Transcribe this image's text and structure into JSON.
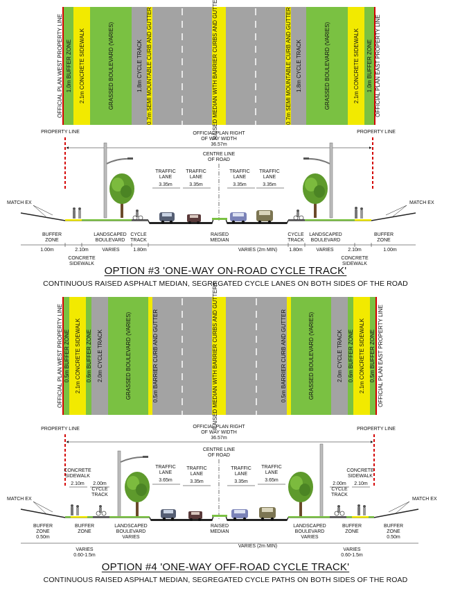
{
  "colors": {
    "green": "#7ac142",
    "yellow": "#f2ea00",
    "gray": "#a3a3a3",
    "red": "#d40000"
  },
  "option3": {
    "strip_labels": {
      "west_pl": "OFFICIAL PLAN WEST PROPERTY LINE",
      "buffer_w": "1.0m BUFFER ZONE",
      "sidewalk_w": "2.1m CONCRETE SIDEWALK",
      "boulevard_w": "GRASSED BOULEVARD (VARIES)",
      "cycle_w": "1.8m CYCLE TRACK",
      "curb_w": "0.7m SEMI MOUNTABLE CURB AND GUTTER",
      "median": "RAISED MEDIAN WITH BARRIER CURBS AND GUTTERS",
      "curb_e": "0.7m SEMI MOUNTABLE CURB AND GUTTER",
      "cycle_e": "1.8m CYCLE TRACK",
      "boulevard_e": "GRASSED BOULEVARD (VARIES)",
      "sidewalk_e": "2.1m CONCRETE SIDEWALK",
      "buffer_e": "1.0m BUFFER ZONE",
      "east_pl": "OFFICIAL PLAN EAST PROPERTY LINE"
    },
    "section": {
      "property_line_w": "PROPERTY LINE",
      "property_line_e": "PROPERTY LINE",
      "row_title_1": "OFFICIAL PLAN RIGHT",
      "row_title_2": "OF WAY WIDTH",
      "row_value": "36.57m",
      "centre_line_1": "CENTRE LINE",
      "centre_line_2": "OF ROAD",
      "lanes": [
        {
          "l1": "TRAFFIC",
          "l2": "LANE",
          "w": "3.35m"
        },
        {
          "l1": "TRAFFIC",
          "l2": "LANE",
          "w": "3.35m"
        },
        {
          "l1": "TRAFFIC",
          "l2": "LANE",
          "w": "3.35m"
        },
        {
          "l1": "TRAFFIC",
          "l2": "LANE",
          "w": "3.35m"
        }
      ],
      "match_w": "MATCH EX",
      "match_e": "MATCH EX",
      "buffer_w_1": "BUFFER",
      "buffer_w_2": "ZONE",
      "landscaped_w_1": "LANDSCAPED",
      "landscaped_w_2": "BOULEVARD",
      "cycle_w_1": "CYCLE",
      "cycle_w_2": "TRACK",
      "raised_1": "RAISED",
      "raised_2": "MEDIAN",
      "cycle_e_1": "CYCLE",
      "cycle_e_2": "TRACK",
      "landscaped_e_1": "LANDSCAPED",
      "landscaped_e_2": "BOULEVARD",
      "buffer_e_1": "BUFFER",
      "buffer_e_2": "ZONE",
      "dim_w_buffer": "1.00m",
      "dim_w_sidewalk": "2.10m",
      "dim_w_varies": "VARIES",
      "dim_w_cycle": "1.80m",
      "dim_center": "VARIES (2m MIN)",
      "dim_e_cycle": "1.80m",
      "dim_e_varies": "VARIES",
      "dim_e_sidewalk": "2.10m",
      "dim_e_buffer": "1.00m",
      "concrete_w_1": "CONCRETE",
      "concrete_w_2": "SIDEWALK",
      "concrete_e_1": "CONCRETE",
      "concrete_e_2": "SIDEWALK"
    },
    "title": "OPTION #3 'ONE-WAY ON-ROAD CYCLE TRACK'",
    "subtitle": "CONTINUOUS RAISED ASPHALT MEDIAN, SEGREGATED CYCLE LANES ON BOTH SIDES OF THE ROAD"
  },
  "option4": {
    "strip_labels": {
      "west_pl": "OFFICIAL PLAN WEST PROPERTY LINE",
      "buffer_w": "0.5m BUFFER ZONE",
      "sidewalk_w": "2.1m CONCRETE SIDEWALK",
      "buffer2_w": "0.6m BUFFER ZONE",
      "cycle_w": "2.0m CYCLE TRACK",
      "boulevard_w": "GRASSED BOULEVARD (VARIES)",
      "curb_w": "0.5m BARRIER CURB AND GUTTER",
      "median": "RAISED MEDIAN WITH BARRIER CURBS AND GUTTERS",
      "curb_e": "0.5m BARRIER CURB AND GUTTER",
      "boulevard_e": "GRASSED BOULEVARD (VARIES)",
      "cycle_e": "2.0m CYCLE TRACK",
      "buffer2_e": "0.6m BUFFER ZONE",
      "sidewalk_e": "2.1m CONCRETE SIDEWALK",
      "buffer_e": "0.5m BUFFER ZONE",
      "east_pl": "OFFICIAL PLAN EAST PROPERTY LINE"
    },
    "section": {
      "property_line_w": "PROPERTY LINE",
      "property_line_e": "PROPERTY LINE",
      "row_title_1": "OFFICIAL PLAN RIGHT",
      "row_title_2": "OF WAY WIDTH",
      "row_value": "36.57m",
      "centre_line_1": "CENTRE LINE",
      "centre_line_2": "OF ROAD",
      "lanes": [
        {
          "l1": "TRAFFIC",
          "l2": "LANE",
          "w": "3.65m"
        },
        {
          "l1": "TRAFFIC",
          "l2": "LANE",
          "w": "3.35m"
        },
        {
          "l1": "TRAFFIC",
          "l2": "LANE",
          "w": "3.35m"
        },
        {
          "l1": "TRAFFIC",
          "l2": "LANE",
          "w": "3.65m"
        }
      ],
      "concrete_w_1": "CONCRETE",
      "concrete_w_2": "SIDEWALK",
      "concrete_e_1": "CONCRETE",
      "concrete_e_2": "SIDEWALK",
      "dim_w_sidewalk": "2.10m",
      "dim_w_cycle": "2.00m",
      "cycle_w_1": "CYCLE",
      "cycle_w_2": "TRACK",
      "dim_e_cycle": "2.00m",
      "dim_e_sidewalk": "2.10m",
      "cycle_e_1": "CYCLE",
      "cycle_e_2": "TRACK",
      "match_w": "MATCH EX",
      "match_e": "MATCH EX",
      "buffer_w_1": "BUFFER",
      "buffer_w_2": "ZONE",
      "buffer_w_val": "0.50m",
      "buffer2_w_1": "BUFFER",
      "buffer2_w_2": "ZONE",
      "landscaped_w_1": "LANDSCAPED",
      "landscaped_w_2": "BOULEVARD",
      "varies_w": "VARIES",
      "raised_1": "RAISED",
      "raised_2": "MEDIAN",
      "landscaped_e_1": "LANDSCAPED",
      "landscaped_e_2": "BOULEVARD",
      "varies_e": "VARIES",
      "buffer2_e_1": "BUFFER",
      "buffer2_e_2": "ZONE",
      "buffer_e_1": "BUFFER",
      "buffer_e_2": "ZONE",
      "buffer_e_val": "0.50m",
      "dim_w_varies": "VARIES",
      "dim_w_range": "0.60-1.5m",
      "dim_center": "VARIES (2m MIN)",
      "dim_e_varies": "VARIES",
      "dim_e_range": "0.60-1.5m"
    },
    "title": "OPTION #4 'ONE-WAY OFF-ROAD CYCLE TRACK'",
    "subtitle": "CONTINUOUS RAISED ASPHALT MEDIAN, SEGREGATED CYCLE PATHS ON BOTH SIDES OF THE ROAD"
  }
}
